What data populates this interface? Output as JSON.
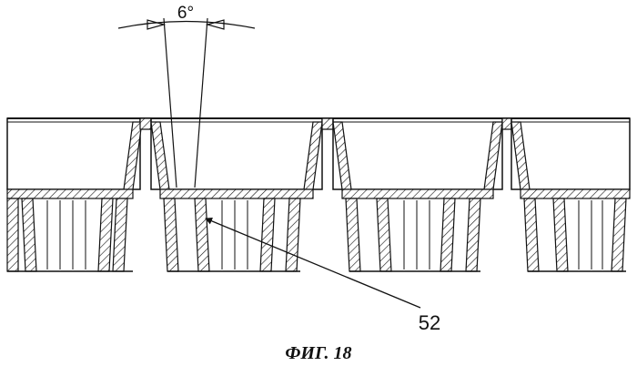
{
  "figure": {
    "angle_label": "6°",
    "reference_label": "52",
    "caption": "ФИГ. 18"
  },
  "colors": {
    "ink": "#111111",
    "paper": "#ffffff"
  }
}
